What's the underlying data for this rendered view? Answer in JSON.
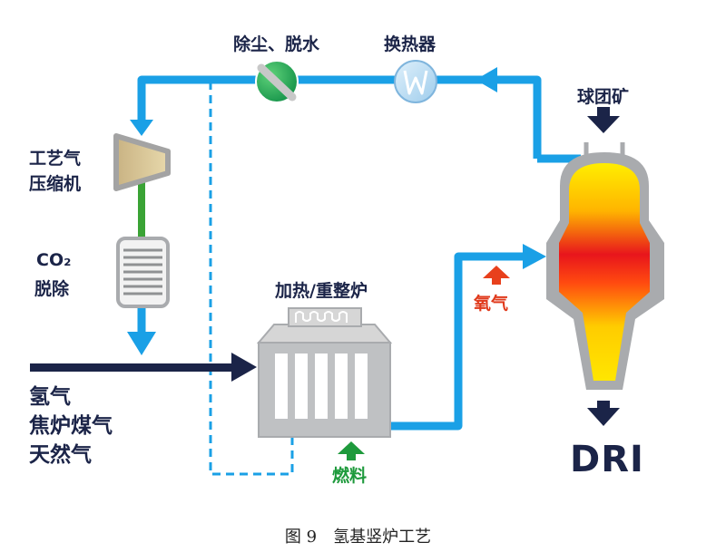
{
  "labels": {
    "dedust": "除尘、脱水",
    "heat_exchanger": "换热器",
    "pellet": "球团矿",
    "compressor_line1": "工艺气",
    "compressor_line2": "压缩机",
    "co2_line1": "CO₂",
    "co2_line2": "脱除",
    "heater": "加热/重整炉",
    "oxygen": "氧气",
    "fuel": "燃料",
    "feed_line1": "氢气",
    "feed_line2": "焦炉煤气",
    "feed_line3": "天然气",
    "dri": "DRI"
  },
  "caption": "图 9　氢基竖炉工艺",
  "colors": {
    "process_gas": "#1aa0e6",
    "feed_line": "#1b2448",
    "green_pipe": "#3aa335",
    "oxygen_arrow": "#e8401c",
    "fuel_arrow": "#1e9a3c",
    "equipment_gray": "#a9abae"
  }
}
